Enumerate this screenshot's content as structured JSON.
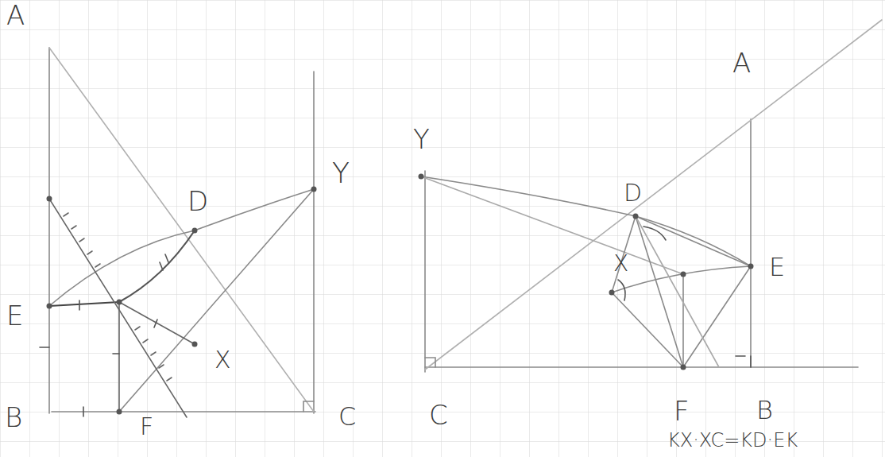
{
  "diagram": {
    "labels": [
      "A",
      "E",
      "B",
      "F",
      "D",
      "Y",
      "X",
      "C",
      "Y",
      "D",
      "X",
      "C",
      "A",
      "E",
      "F",
      "B",
      "KX·XC=KD·EK"
    ]
  }
}
